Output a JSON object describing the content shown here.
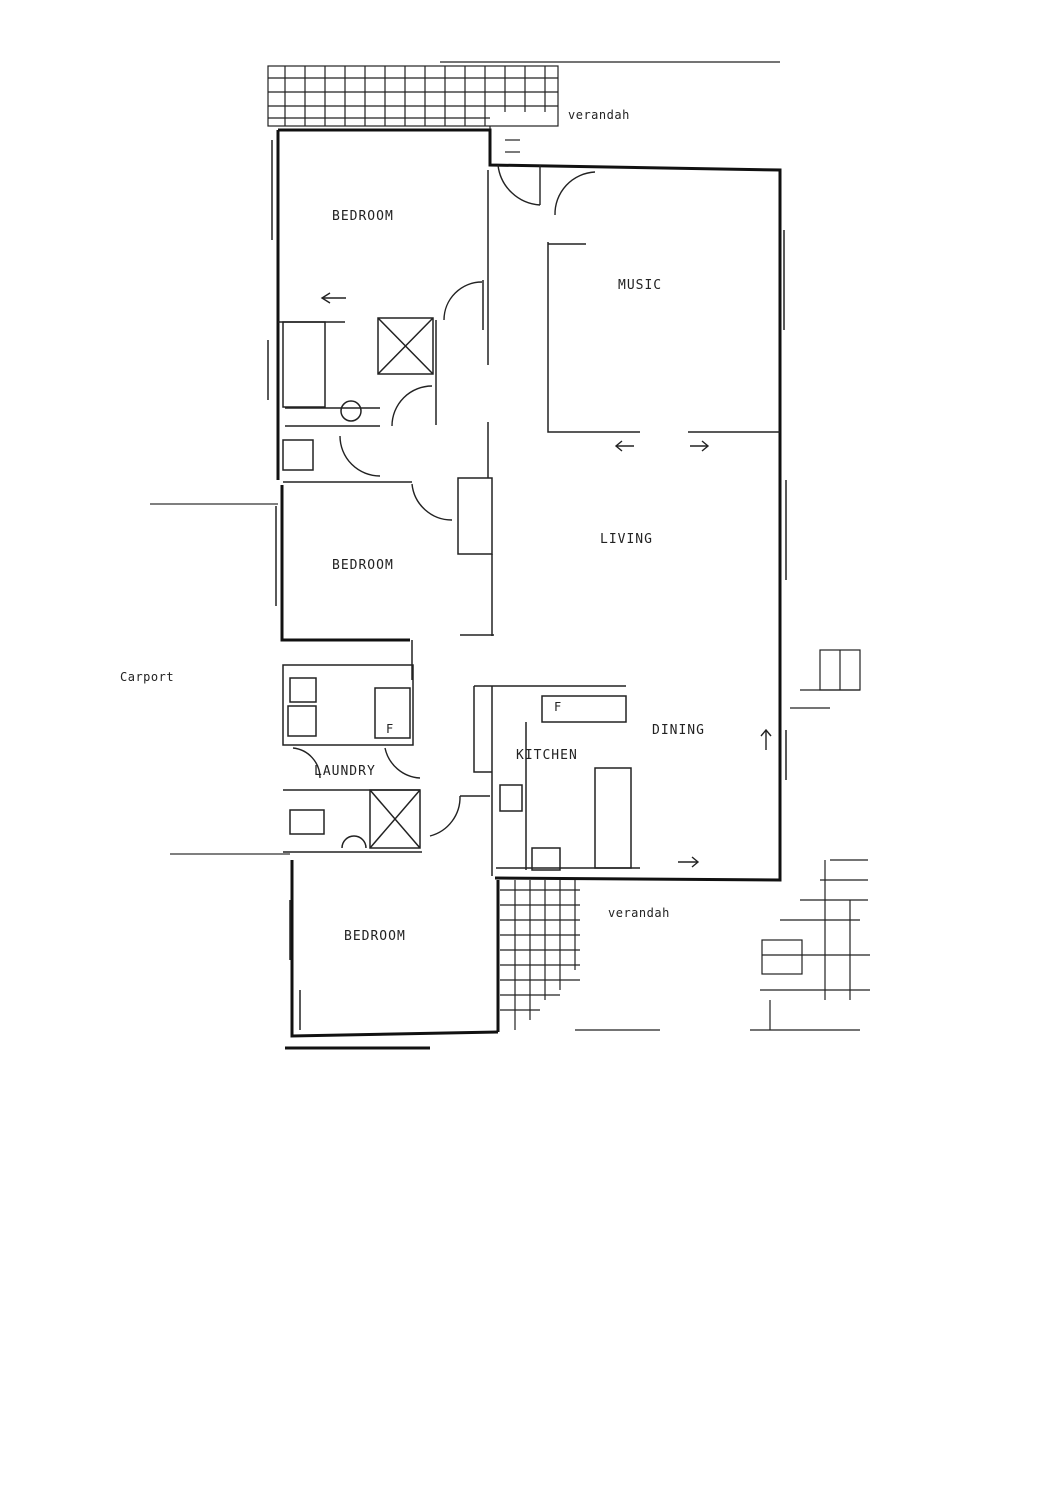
{
  "plan": {
    "rooms": {
      "veranda_top": "verandah",
      "bedroom_1": "BEDROOM",
      "music": "MUSIC",
      "living": "LIVING",
      "bedroom_2": "BEDROOM",
      "carport": "Carport",
      "dining": "DINING",
      "kitchen": "KITCHEN",
      "laundry": "LAUNDRY",
      "veranda_bottom": "verandah",
      "bedroom_3": "BEDROOM"
    },
    "fixtures": {
      "fridge": "F",
      "fridge_laundry": "F"
    }
  }
}
